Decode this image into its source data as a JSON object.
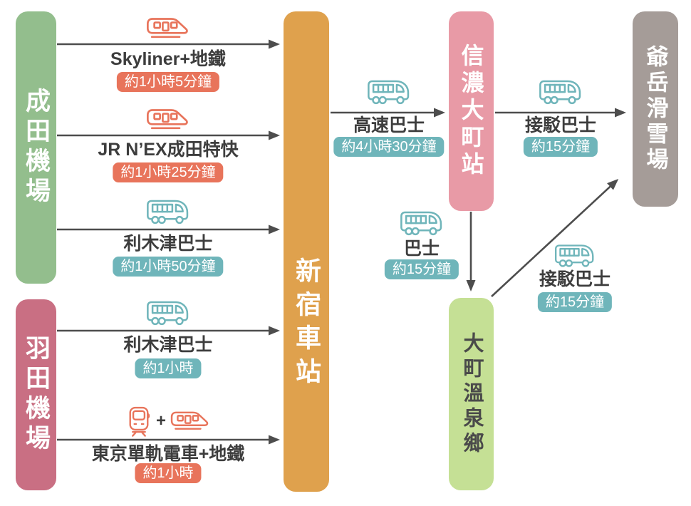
{
  "nodes": {
    "narita": {
      "label": "成田機場"
    },
    "haneda": {
      "label": "羽田機場"
    },
    "shinjuku": {
      "label": "新宿車站"
    },
    "shinano_omachi": {
      "label": "信濃大町站"
    },
    "omachi_onsen": {
      "label": "大町溫泉鄉"
    },
    "jiigatake": {
      "label": "爺岳滑雪場"
    }
  },
  "routes": {
    "skyliner": {
      "from": "成田機場",
      "to": "新宿車站",
      "label": "Skyliner+地鐵",
      "duration": "約1小時5分鐘",
      "mode": "train",
      "badge_color": "orange"
    },
    "nex": {
      "from": "成田機場",
      "to": "新宿車站",
      "label": "JR N’EX成田特快",
      "duration": "約1小時25分鐘",
      "mode": "train",
      "badge_color": "orange"
    },
    "narita_limousine": {
      "from": "成田機場",
      "to": "新宿車站",
      "label": "利木津巴士",
      "duration": "約1小時50分鐘",
      "mode": "bus",
      "badge_color": "teal"
    },
    "haneda_limousine": {
      "from": "羽田機場",
      "to": "新宿車站",
      "label": "利木津巴士",
      "duration": "約1小時",
      "mode": "bus",
      "badge_color": "teal"
    },
    "monorail": {
      "from": "羽田機場",
      "to": "新宿車站",
      "label": "東京單軌電車+地鐵",
      "duration": "約1小時",
      "mode": "train",
      "badge_color": "orange",
      "icon_separator": "+"
    },
    "highway_bus": {
      "from": "新宿車站",
      "to": "信濃大町站",
      "label": "高速巴士",
      "duration": "約4小時30分鐘",
      "mode": "bus",
      "badge_color": "teal"
    },
    "shuttle_from_station": {
      "from": "信濃大町站",
      "to": "爺岳滑雪場",
      "label": "接駁巴士",
      "duration": "約15分鐘",
      "mode": "bus",
      "badge_color": "teal"
    },
    "local_bus": {
      "from": "信濃大町站",
      "to": "大町溫泉鄉",
      "label": "巴士",
      "duration": "約15分鐘",
      "mode": "bus",
      "badge_color": "teal"
    },
    "shuttle_from_onsen": {
      "from": "大町溫泉鄉",
      "to": "爺岳滑雪場",
      "label": "接駁巴士",
      "duration": "約15分鐘",
      "mode": "bus",
      "badge_color": "teal"
    }
  },
  "colors": {
    "narita_bar": "#93BE8D",
    "haneda_bar": "#C96F83",
    "shinjuku_bar": "#DFA14D",
    "shinano_omachi_bar": "#E89AA6",
    "omachi_onsen_bar": "#C5E095",
    "jiigatake_bar": "#A59C98",
    "train_icon": "#E8745B",
    "bus_icon": "#6FB5BA",
    "orange_badge": "#E8745B",
    "teal_badge": "#6FB5BA",
    "arrow": "#4D4D4D"
  }
}
